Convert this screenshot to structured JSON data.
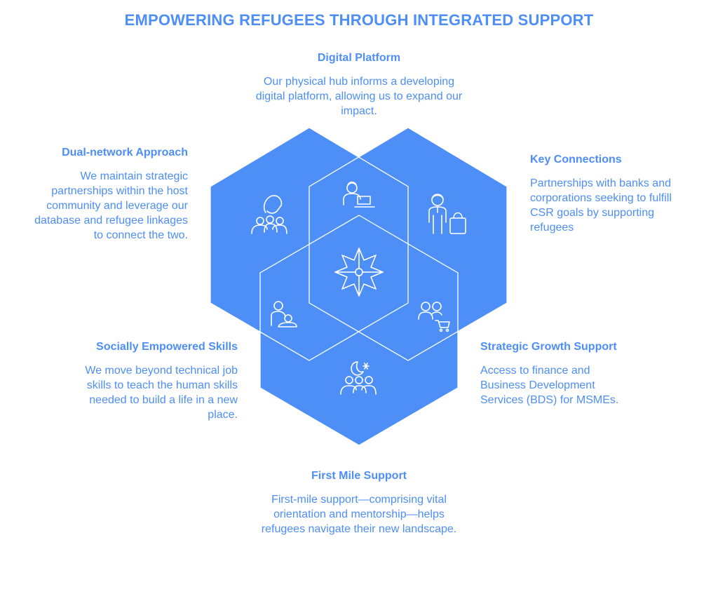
{
  "title": "EMPOWERING REFUGEES THROUGH INTEGRATED SUPPORT",
  "colors": {
    "accent": "#4d8ef7",
    "hex_fill": "#4d8ef7",
    "stroke": "#ffffff"
  },
  "sections": {
    "digital_platform": {
      "heading": "Digital Platform",
      "text": "Our physical hub informs a developing digital platform, allowing us to expand our impact.",
      "icon": "person-laptop-icon"
    },
    "dual_network": {
      "heading": "Dual-network Approach",
      "text": "We maintain strategic partnerships within the host community and leverage our database and refugee linkages to connect the two.",
      "icon": "hand-group-icon"
    },
    "key_connections": {
      "heading": "Key Connections",
      "text": "Partnerships with banks and corporations seeking to fulfill CSR goals by supporting refugees",
      "icon": "person-bag-icon"
    },
    "socially_empowered": {
      "heading": "Socially Empowered Skills",
      "text": "We move beyond technical job skills to teach the human skills needed to build a life in a new place.",
      "icon": "caregiver-icon"
    },
    "strategic_growth": {
      "heading": "Strategic Growth Support",
      "text": "Access to finance and Business Development Services (BDS) for MSMEs.",
      "icon": "people-cart-icon"
    },
    "first_mile": {
      "heading": "First Mile Support",
      "text": "First-mile support—comprising vital orientation and mentorship—helps refugees navigate their new landscape.",
      "icon": "moon-community-icon"
    },
    "center": {
      "icon": "compass-star-icon"
    }
  }
}
